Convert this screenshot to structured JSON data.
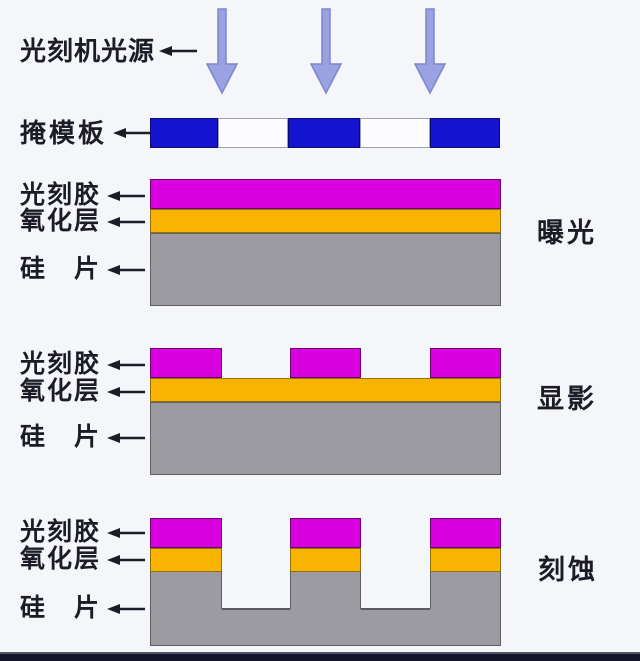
{
  "colors": {
    "bg": "#f5f6fa",
    "ink": "#1c1c26",
    "mask-blue": "#1414cf",
    "resist": "#d900e0",
    "oxide": "#f8b400",
    "silicon": "#9b9ba1",
    "light-arrow": "#9aa2e2",
    "light-arrow-edge": "#7d85cc"
  },
  "labels": {
    "light_source": "光刻机光源",
    "mask": "掩模板",
    "resist": "光刻胶",
    "oxide": "氧化层",
    "silicon": "硅　片"
  },
  "stages": [
    {
      "name": "曝光"
    },
    {
      "name": "显影"
    },
    {
      "name": "刻蚀"
    }
  ]
}
